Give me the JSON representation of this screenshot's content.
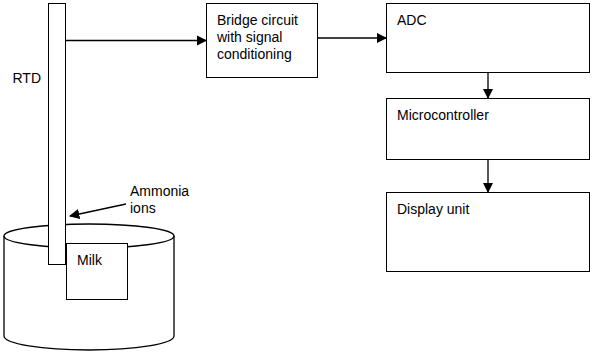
{
  "diagram": {
    "nodes": [
      {
        "text": [
          "RTD"
        ]
      },
      {
        "text": [
          "Bridge circuit with signal conditioning"
        ]
      },
      {
        "text": [
          "ADC"
        ]
      },
      {
        "text": [
          "Microcontroller"
        ]
      },
      {
        "text": [
          "Milk"
        ]
      },
      {
        "text": [
          "Display unit"
        ]
      }
    ],
    "edges": [
      {
        "from": 0,
        "to": 1,
        "arrow": "to"
      },
      {
        "from": 1,
        "to": 2,
        "arrow": "to"
      },
      {
        "from": 2,
        "to": 3,
        "arrow": "to"
      },
      {
        "from": 3,
        "to": 5,
        "arrow": "to"
      }
    ],
    "labels": [
      "Ammonia ions"
    ]
  }
}
